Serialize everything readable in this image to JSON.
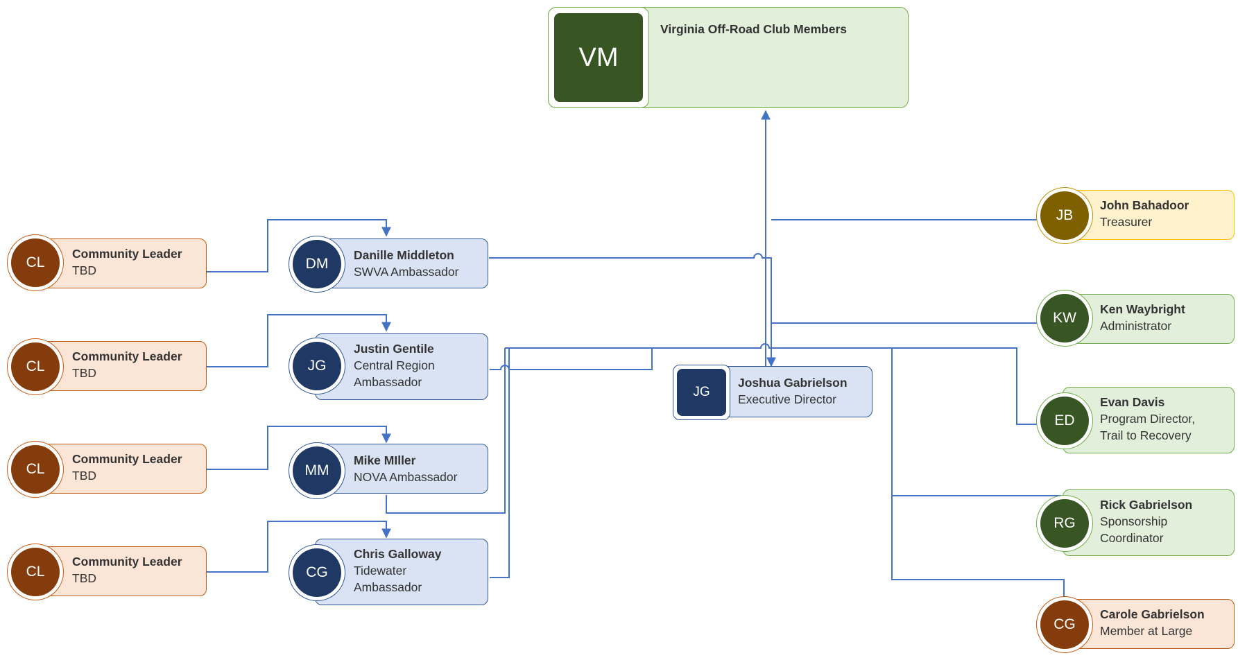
{
  "colors": {
    "connector": "#4472c4",
    "green_dark": "#375623",
    "green_fill": "#e2efda",
    "green_border": "#70ad47",
    "navy": "#1f3864",
    "navy_fill": "#dae3f3",
    "navy_border": "#2f5597",
    "brown": "#843c0c",
    "brown_fill": "#fbe5d6",
    "brown_border": "#c55a11",
    "olive": "#7f6000",
    "gold_fill": "#fff2cc",
    "gold_border": "#ffc000"
  },
  "root": {
    "initials": "VM",
    "title": "Virginia Off-Road Club Members"
  },
  "director": {
    "initials": "JG",
    "name": "Joshua Gabrielson",
    "role": "Executive Director"
  },
  "ambassadors": [
    {
      "initials": "DM",
      "name": "Danille Middleton",
      "role": "SWVA Ambassador"
    },
    {
      "initials": "JG",
      "name": "Justin Gentile",
      "role": "Central Region\nAmbassador"
    },
    {
      "initials": "MM",
      "name": "Mike MIller",
      "role": "NOVA Ambassador"
    },
    {
      "initials": "CG",
      "name": "Chris Galloway",
      "role": "Tidewater\nAmbassador"
    }
  ],
  "leaders": [
    {
      "initials": "CL",
      "name": "Community Leader",
      "role": "TBD"
    },
    {
      "initials": "CL",
      "name": "Community Leader",
      "role": "TBD"
    },
    {
      "initials": "CL",
      "name": "Community Leader",
      "role": "TBD"
    },
    {
      "initials": "CL",
      "name": "Community Leader",
      "role": "TBD"
    }
  ],
  "staff": [
    {
      "initials": "JB",
      "name": "John Bahadoor",
      "role": "Treasurer",
      "theme": "gold"
    },
    {
      "initials": "KW",
      "name": "Ken Waybright",
      "role": "Administrator",
      "theme": "green"
    },
    {
      "initials": "ED",
      "name": "Evan Davis",
      "role": "Program Director,\nTrail to Recovery",
      "theme": "green"
    },
    {
      "initials": "RG",
      "name": "Rick Gabrielson",
      "role": "Sponsorship\nCoordinator",
      "theme": "green"
    },
    {
      "initials": "CG",
      "name": "Carole Gabrielson",
      "role": "Member at Large",
      "theme": "brown"
    }
  ]
}
